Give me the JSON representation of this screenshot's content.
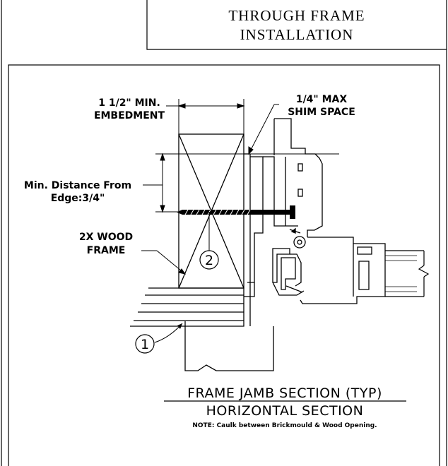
{
  "header": {
    "title_line1": "THROUGH FRAME",
    "title_line2": "INSTALLATION"
  },
  "callouts": {
    "embedment_line1": "1 1/2\" MIN.",
    "embedment_line2": "EMBEDMENT",
    "shim_line1": "1/4\" MAX",
    "shim_line2": "SHIM SPACE",
    "distance_line1": "Min. Distance From",
    "distance_line2": "Edge:3/4\"",
    "frame_line1": "2X WOOD",
    "frame_line2": "FRAME"
  },
  "markers": {
    "marker_1": "1",
    "marker_2": "2"
  },
  "caption": {
    "title": "FRAME JAMB SECTION (TYP)",
    "subtitle": "HORIZONTAL SECTION",
    "note": "NOTE: Caulk between Brickmould & Wood Opening."
  }
}
